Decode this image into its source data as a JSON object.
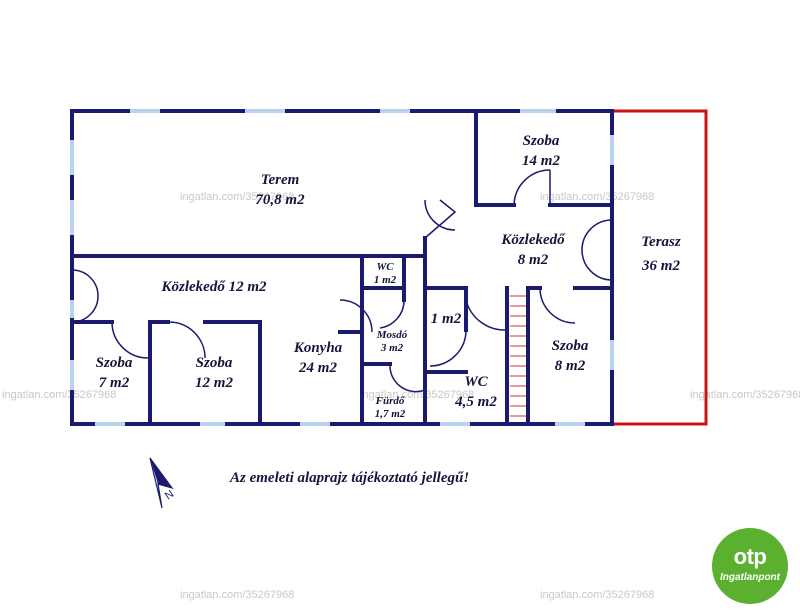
{
  "rooms": {
    "terem": {
      "name": "Terem",
      "area": "70,8 m2"
    },
    "szoba_top": {
      "name": "Szoba",
      "area": "14 m2"
    },
    "kozlekedo_right": {
      "name": "Közlekedő",
      "area": "8 m2"
    },
    "terasz": {
      "name": "Terasz",
      "area": "36 m2"
    },
    "kozlekedo_left": {
      "label": "Közlekedő 12 m2"
    },
    "wc_small": {
      "name": "WC",
      "area": "1 m2"
    },
    "mosdo": {
      "name": "Mosdó",
      "area": "3 m2"
    },
    "closet": {
      "label": "1 m2"
    },
    "konyha": {
      "name": "Konyha",
      "area": "24 m2"
    },
    "szoba_7": {
      "name": "Szoba",
      "area": "7 m2"
    },
    "szoba_12": {
      "name": "Szoba",
      "area": "12 m2"
    },
    "furdo": {
      "name": "Fürdő",
      "area": "1,7 m2"
    },
    "wc_large": {
      "name": "WC",
      "area": "4,5 m2"
    },
    "szoba_8": {
      "name": "Szoba",
      "area": "8 m2"
    }
  },
  "note": "Az emeleti alaprajz tájékoztató jellegű!",
  "compass": {
    "letter": "N"
  },
  "watermark": "ingatlan.com/35267968",
  "logo": {
    "brand": "otp",
    "sub": "Ingatlanpont",
    "color": "#5cb030"
  },
  "colors": {
    "wall": "#1a1a6e",
    "window": "#b8d4ec",
    "terrace": "#cc1111",
    "stairs": "#cc3333"
  }
}
